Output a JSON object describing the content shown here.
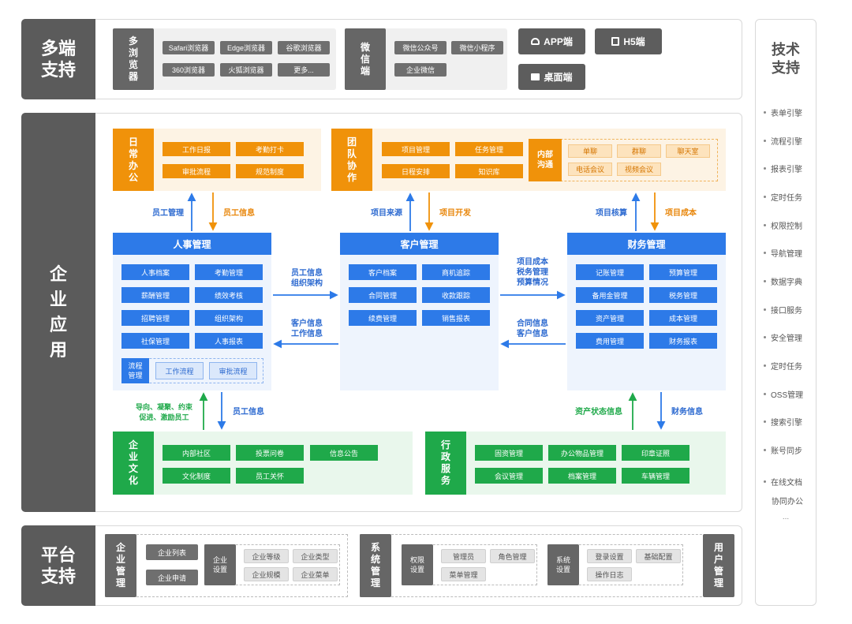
{
  "multi_end": {
    "title": "多端\n支持",
    "browser_head": "多\n浏\n览\n器",
    "browsers": [
      "Safari浏览器",
      "Edge浏览器",
      "谷歌浏览器",
      "360浏览器",
      "火狐浏览器",
      "更多..."
    ],
    "wechat_head": "微\n信\n端",
    "wechat": [
      "微信公众号",
      "微信小程序",
      "企业微信"
    ],
    "app_btn": "APP端",
    "h5_btn": "H5端",
    "desktop_btn": "桌面端"
  },
  "enterprise": {
    "title": "企\n业\n应\n用",
    "daily": {
      "head": "日\n常\n办\n公",
      "items": [
        "工作日报",
        "考勤打卡",
        "审批流程",
        "规范制度"
      ]
    },
    "team": {
      "head": "团\n队\n协\n作",
      "items": [
        "项目管理",
        "任务管理",
        "日程安排",
        "知识库"
      ]
    },
    "internal": {
      "head": "内部\n沟通",
      "items": [
        "单聊",
        "群聊",
        "聊天室",
        "电话会议",
        "视频会议"
      ]
    },
    "hr": {
      "title": "人事管理",
      "items": [
        "人事档案",
        "考勤管理",
        "薪酬管理",
        "绩效考核",
        "招聘管理",
        "组织架构",
        "社保管理",
        "人事报表"
      ],
      "flow_head": "流程\n管理",
      "flow_items": [
        "工作流程",
        "审批流程"
      ]
    },
    "customer": {
      "title": "客户管理",
      "items": [
        "客户档案",
        "商机追踪",
        "合同管理",
        "收款跟踪",
        "续费管理",
        "销售报表"
      ]
    },
    "finance": {
      "title": "财务管理",
      "items": [
        "记账管理",
        "预算管理",
        "备用金管理",
        "税务管理",
        "资产管理",
        "成本管理",
        "费用管理",
        "财务报表"
      ]
    },
    "culture": {
      "head": "企\n业\n文\n化",
      "items": [
        "内部社区",
        "投票问卷",
        "信息公告",
        "文化制度",
        "员工关怀"
      ]
    },
    "admin": {
      "head": "行\n政\n服\n务",
      "items": [
        "固资管理",
        "办公物品管理",
        "印章证照",
        "会议管理",
        "档案管理",
        "车辆管理"
      ]
    },
    "labels": {
      "emp_mgmt": "员工管理",
      "emp_info_top": "员工信息",
      "proj_source": "项目来源",
      "proj_dev": "项目开发",
      "proj_budget": "项目核算",
      "proj_cost": "项目成本",
      "hr_to_cust": "员工信息\n组织架构",
      "cust_to_hr": "客户信息\n工作信息",
      "cust_to_fin": "项目成本\n税务管理\n预算情况",
      "fin_to_cust": "合同信息\n客户信息",
      "culture_to_hr": "导向、凝聚、约束\n促进、激励员工",
      "emp_info_bottom": "员工信息",
      "asset_status": "资产状态信息",
      "fin_info": "财务信息"
    }
  },
  "platform": {
    "title": "平台\n支持",
    "ent_mgmt_head": "企\n业\n管\n理",
    "ent_mgmt_items": [
      "企业列表",
      "企业申请"
    ],
    "ent_settings_head": "企业\n设置",
    "ent_settings_items": [
      "企业等级",
      "企业类型",
      "企业规模",
      "企业菜单"
    ],
    "sys_mgmt_head": "系\n统\n管\n理",
    "perm_head": "权限\n设置",
    "perm_items": [
      "管理员",
      "角色管理",
      "菜单管理"
    ],
    "sys_settings_head": "系统\n设置",
    "sys_settings_items": [
      "登录设置",
      "基础配置",
      "操作日志"
    ],
    "user_mgmt_head": "用\n户\n管\n理"
  },
  "tech": {
    "title": "技术\n支持",
    "items": [
      "表单引擎",
      "流程引擎",
      "报表引擎",
      "定时任务",
      "权限控制",
      "导航管理",
      "数据字典",
      "接口服务",
      "安全管理",
      "定时任务",
      "OSS管理",
      "搜索引擎",
      "账号同步",
      "在线文档"
    ],
    "last_sub": "协同办公",
    "more": "..."
  },
  "colors": {
    "orange": "#f0920a",
    "blue": "#2d7ae8",
    "green": "#1fa94a",
    "dark": "#5b5b5b"
  },
  "icons": [
    "app-icon",
    "h5-icon",
    "desktop-icon",
    "arrow-icon"
  ]
}
